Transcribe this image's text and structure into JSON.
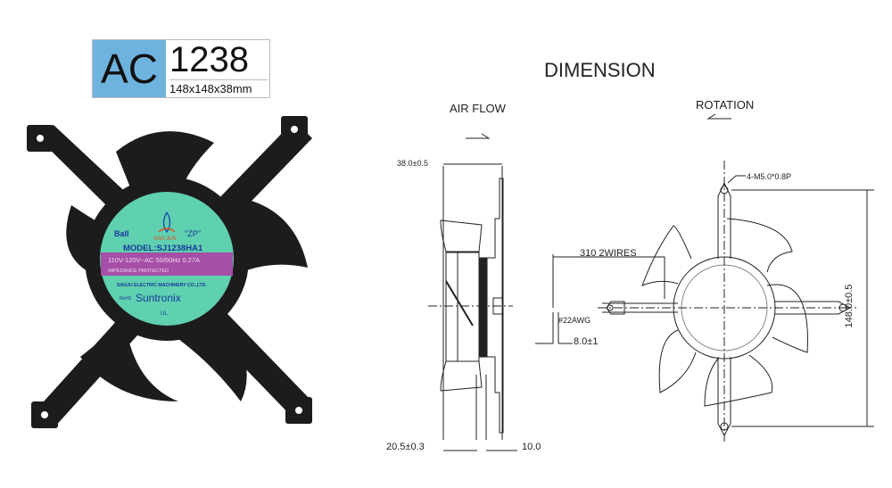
{
  "badge": {
    "prefix": "AC",
    "model_number": "1238",
    "size": "148x148x38mm"
  },
  "product_label": {
    "bearing": "Ball",
    "brand_logo": "SAN JUN",
    "code": "\"ZP\"",
    "model": "MODEL:SJ1238HA1",
    "rating": "110V-120V~AC  50/60Hz 0.27A",
    "protection": "IMPEDANCE PROTECTED",
    "manufacturer": "SANJU ELECTRIC MACHINERY CO.,LTD.",
    "rohs": "RoHS",
    "brand": "Suntronix",
    "cert_mark": "UL"
  },
  "drawing": {
    "title": "DIMENSION",
    "air_flow_label": "AIR FLOW",
    "rotation_label": "ROTATION",
    "dim_depth": "38.0±0.5",
    "dim_hub": "20.5±0.3",
    "dim_flange": "10.0",
    "dim_wires": "310 2WIRES",
    "wire_gauge": "#22AWG",
    "dim_strip": "8.0±1",
    "mount_holes": "4-M5.0*0.8P",
    "dim_height": "148.0±0.5"
  },
  "colors": {
    "badge_blue": "#6eb2de",
    "label_green": "#5fd0b0",
    "label_purple": "#a64fa6",
    "fan_body": "#1c1c1c"
  }
}
